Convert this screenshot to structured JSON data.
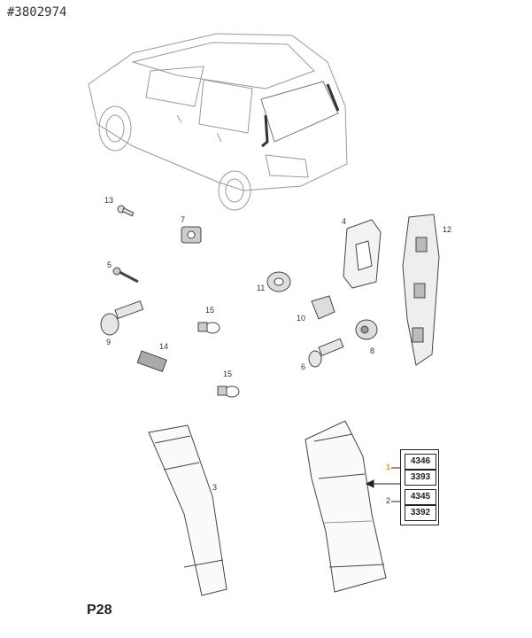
{
  "header": {
    "ref_id": "#3802974"
  },
  "callouts": {
    "c13": "13",
    "c7": "7",
    "c5": "5",
    "c9": "9",
    "c14": "14",
    "c15a": "15",
    "c15b": "15",
    "c11": "11",
    "c10": "10",
    "c6": "6",
    "c8": "8",
    "c4": "4",
    "c12": "12",
    "c3": "3",
    "c1": "1",
    "c2": "2"
  },
  "part_table": {
    "row1": {
      "code_a": "4346",
      "code_b": "3393"
    },
    "row2": {
      "code_a": "4345",
      "code_b": "3392"
    }
  },
  "footer": {
    "page_code": "P28"
  },
  "colors": {
    "line": "#555555",
    "light": "#999999",
    "highlight": "#e0a000"
  }
}
